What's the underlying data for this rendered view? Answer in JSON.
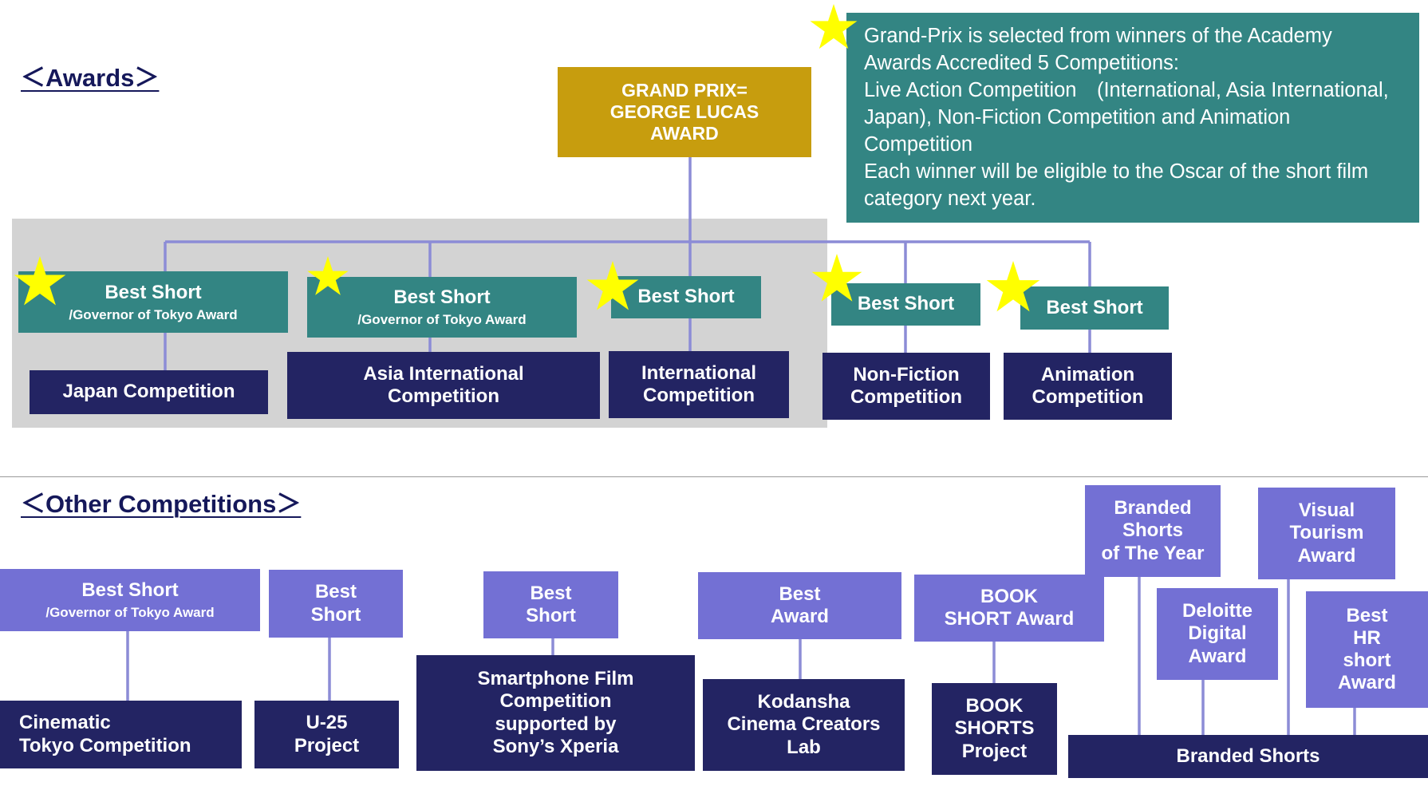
{
  "awards": {
    "heading": "＜Awards＞",
    "grand_prix": "GRAND PRIX=\nGEORGE LUCAS\nAWARD",
    "note": [
      "Grand-Prix is selected from winners of the Academy Awards Accredited 5 Competitions:",
      "Live Action Competition (International, Asia International, Japan), Non-Fiction Competition and Animation Competition",
      "Each winner will be eligible to the Oscar of  the short film category next year."
    ],
    "best_short": "Best Short",
    "governor_award": "/Governor of Tokyo Award",
    "competitions": {
      "japan": "Japan Competition",
      "asia_international": "Asia International\nCompetition",
      "international": "International\nCompetition",
      "non_fiction": "Non-Fiction\nCompetition",
      "animation": "Animation\nCompetition"
    }
  },
  "other": {
    "heading": "＜Other Competitions＞",
    "best_short_governor": {
      "title": "Best Short",
      "sub": "/Governor of Tokyo Award"
    },
    "best_short_stacked": "Best\nShort",
    "best_award": "Best\nAward",
    "book_short_award": "BOOK\nSHORT Award",
    "branded_shorts_of_the_year": "Branded\nShorts\nof The Year",
    "visual_tourism_award": "Visual\nTourism\nAward",
    "deloitte_digital_award": "Deloitte\nDigital\nAward",
    "best_hr_short_award": "Best\nHR\nshort\nAward",
    "cinematic_tokyo": "Cinematic\nTokyo Competition",
    "u25": "U-25\nProject",
    "smartphone": "Smartphone Film\nCompetition\nsupported by\nSony’s Xperia",
    "kodansha": "Kodansha\nCinema Creators\nLab",
    "book_shorts_project": "BOOK\nSHORTS\nProject",
    "branded_shorts": "Branded Shorts"
  },
  "colors": {
    "navy": "#232463",
    "teal": "#338583",
    "purple": "#7370d4",
    "gold": "#c79d0e",
    "connector": "#8c8cd6",
    "star": "#ffff00",
    "panel": "#d3d3d3"
  }
}
